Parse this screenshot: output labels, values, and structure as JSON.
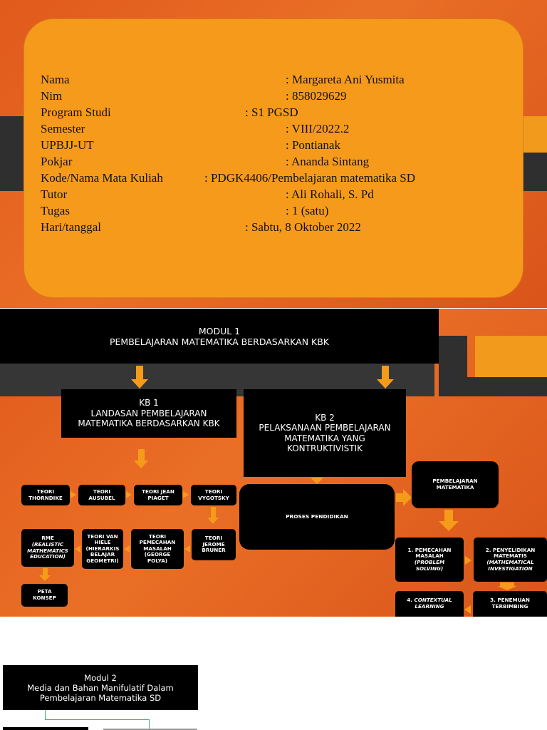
{
  "slide1": {
    "rows": [
      {
        "label": "Nama",
        "value": ": Margareta Ani Yusmita"
      },
      {
        "label": "Nim",
        "value": ": 858029629"
      },
      {
        "label": "Program Studi",
        "value": ": S1 PGSD"
      },
      {
        "label": "Semester",
        "value": ": VIII/2022.2"
      },
      {
        "label": "UPBJJ-UT",
        "value": ": Pontianak"
      },
      {
        "label": "Pokjar",
        "value": ": Ananda Sintang"
      },
      {
        "label": "Kode/Nama Mata Kuliah",
        "value": ": PDGK4406/Pembelajaran matematika SD"
      },
      {
        "label": "Tutor",
        "value": ": Ali Rohali, S. Pd"
      },
      {
        "label": "Tugas",
        "value": ": 1 (satu)"
      },
      {
        "label": "Hari/tanggal",
        "value": ": Sabtu, 8 Oktober 2022"
      }
    ]
  },
  "slide2": {
    "modul1": {
      "line1": "MODUL 1",
      "line2": "PEMBELAJARAN MATEMATIKA BERDASARKAN KBK"
    },
    "kb1": {
      "line1": "KB 1",
      "line2": "LANDASAN PEMBELAJARAN",
      "line3": "MATEMATIKA BERDASARKAN KBK"
    },
    "kb2": {
      "line1": "KB 2",
      "line2": "PELAKSANAAN PEMBELAJARAN",
      "line3": "MATEMATIKA YANG",
      "line4": "KONTRUKTIVISTIK"
    },
    "teori": {
      "thorndike": [
        "TEORI",
        "THORNDIKE"
      ],
      "ausubel": [
        "TEORI",
        "AUSUBEL"
      ],
      "piaget": [
        "TEORI JEAN",
        "PIAGET"
      ],
      "vygotsky": [
        "TEORI",
        "VYGOTSKY"
      ],
      "bruner": [
        "TEORI",
        "JEROME",
        "BRUNER"
      ],
      "polya": [
        "TEORI",
        "PEMECAHAN",
        "MASALAH",
        "(GEORGE",
        "POLYA)"
      ],
      "vanhiele": [
        "TEORI VAN",
        "HIELE",
        "(HIERARKIS",
        "BELAJAR",
        "GEOMETRI)"
      ]
    },
    "rme": {
      "line1": "RME",
      "line2": "(REALISTIC",
      "line3": "MATHEMATICS",
      "line4": "EDUCATION)"
    },
    "peta": [
      "PETA",
      "KONSEP"
    ],
    "proses": "PROSES PENDIDIKAN",
    "pembelajaran": [
      "PEMBELAJARAN",
      "MATEMATIKA"
    ],
    "p1": {
      "line1": "1. PEMECAHAN",
      "line2": "MASALAH",
      "line3": "(PROBLEM",
      "line4": "SOLVING)"
    },
    "p2": {
      "line1": "2. PENYELIDIKAN",
      "line2": "MATEMATIS",
      "line3": "(MATHEMATICAL",
      "line4": "INVESTIGATION"
    },
    "p3": {
      "line1": "3. PENEMUAN",
      "line2": "TERBIMBING"
    },
    "p4": {
      "prefix": "4. ",
      "line1": "CONTEXTUAL",
      "line2": "LEARNING"
    }
  },
  "slide3": {
    "modul2": {
      "line1": "Modul 2",
      "line2": "Media dan Bahan Manifulatif Dalam",
      "line3": "Pembelajaran Matematika SD"
    }
  },
  "colors": {
    "orange": "#e8661f",
    "amber": "#f59b1a",
    "dark": "#2f2f2f",
    "box": "#000000",
    "connector": "#3fae6a"
  }
}
